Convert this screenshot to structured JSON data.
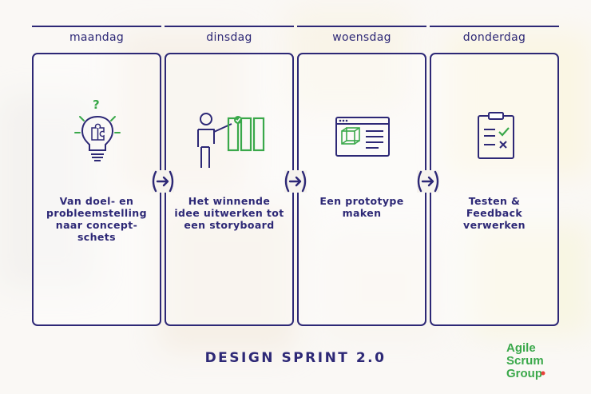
{
  "days": [
    {
      "label": "maandag",
      "text": "Van doel- en\nprobleemstelling\nnaar concept-\nschets",
      "icon": "lightbulb-puzzle-icon"
    },
    {
      "label": "dinsdag",
      "text": "Het winnende\nidee uitwerken tot\neen storyboard",
      "icon": "presenter-storyboard-icon"
    },
    {
      "label": "woensdag",
      "text": "Een prototype\nmaken",
      "icon": "prototype-window-icon"
    },
    {
      "label": "donderdag",
      "text": "Testen &\nFeedback\nverwerken",
      "icon": "checklist-clipboard-icon"
    }
  ],
  "title": "DESIGN SPRINT 2.0",
  "logo": {
    "line1": "Agile",
    "line2": "Scrum",
    "line3": "Group"
  },
  "colors": {
    "primary": "#2d2876",
    "accent_green": "#3aa84a",
    "logo_dot": "#e8403a"
  }
}
